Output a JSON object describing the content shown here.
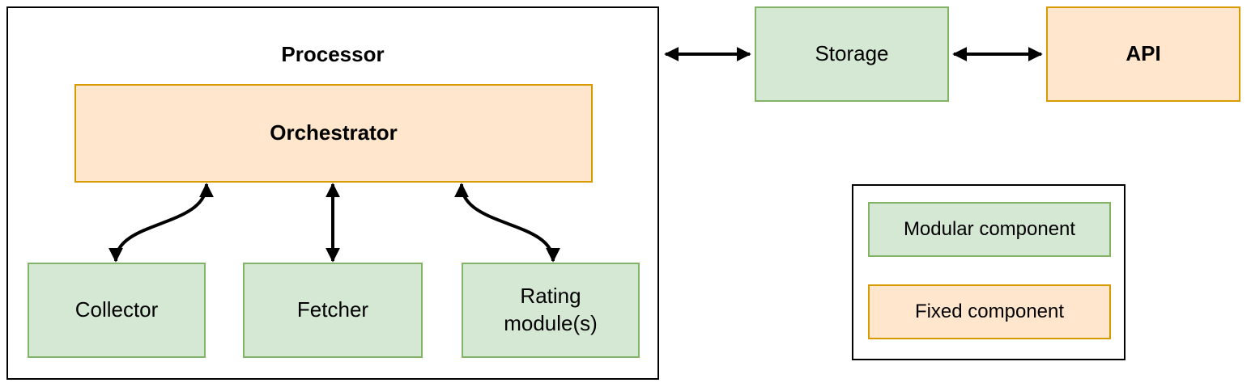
{
  "diagram": {
    "processor": {
      "title": "Processor"
    },
    "orchestrator": {
      "label": "Orchestrator"
    },
    "collector": {
      "label": "Collector"
    },
    "fetcher": {
      "label": "Fetcher"
    },
    "rating": {
      "label": "Rating module(s)"
    },
    "storage": {
      "label": "Storage"
    },
    "api": {
      "label": "API"
    },
    "legend": {
      "modular": {
        "label": "Modular component"
      },
      "fixed": {
        "label": "Fixed component"
      }
    },
    "colors": {
      "modular_fill": "#d5e8d4",
      "modular_border": "#82b366",
      "fixed_fill": "#ffe6cc",
      "fixed_border": "#d79b00",
      "arrow": "#000000",
      "container_border": "#000000"
    }
  }
}
